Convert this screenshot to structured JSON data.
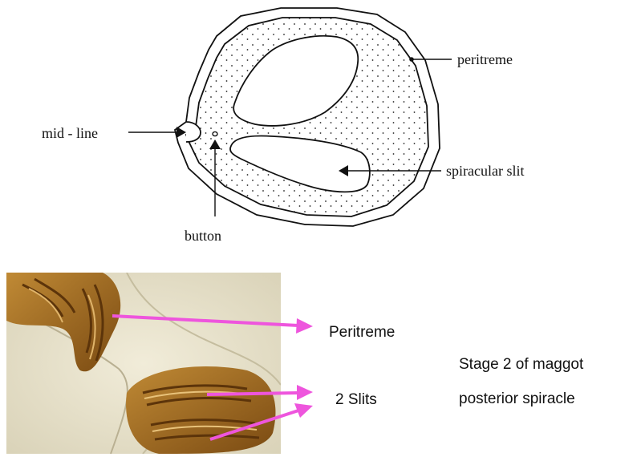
{
  "diagram": {
    "labels": {
      "peritreme": "peritreme",
      "mid_line": "mid - line",
      "spiracular_slit": "spiracular slit",
      "button": "button"
    }
  },
  "photo": {
    "labels": {
      "peritreme": "Peritreme",
      "slits": "2 Slits"
    },
    "caption": {
      "line1": "Stage 2 of maggot",
      "line2": "posterior spiracle"
    },
    "arrow_color": "#ee55dd",
    "tissue_color": "#a8701e"
  }
}
